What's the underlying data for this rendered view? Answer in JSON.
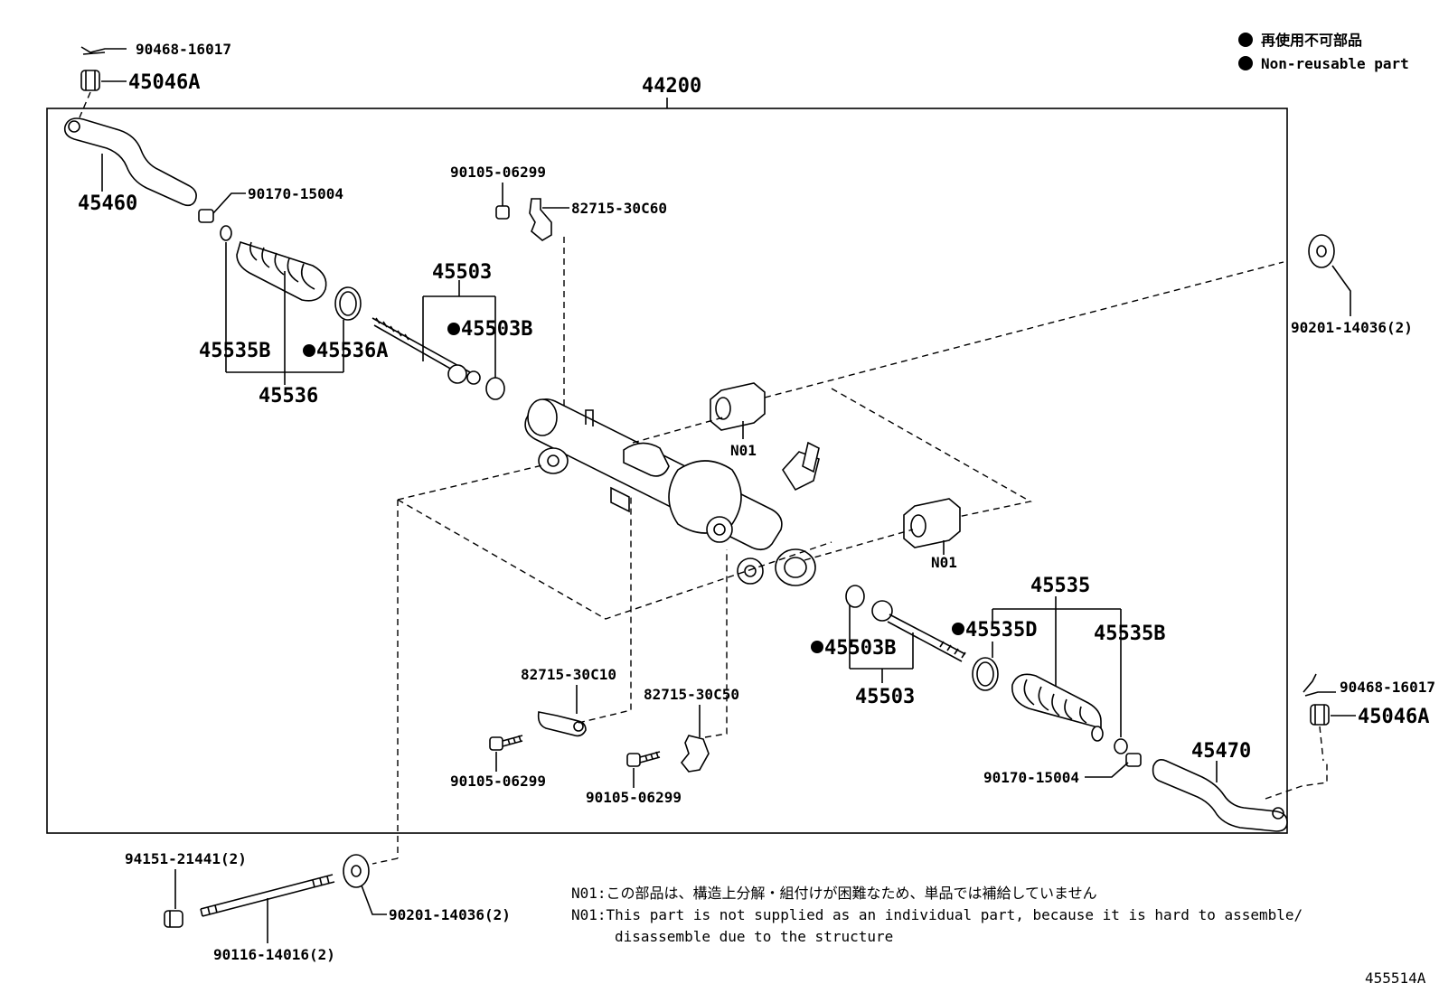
{
  "legend": {
    "jp": "再使用不可部品",
    "en": "Non-reusable part"
  },
  "parts": {
    "p_44200": "44200",
    "p_90468_top": "90468-16017",
    "p_45046A_top": "45046A",
    "p_45460": "45460",
    "p_90170_top": "90170-15004",
    "p_45535B_left": "45535B",
    "p_45536A": "45536A",
    "p_45536": "45536",
    "p_45503_left": "45503",
    "p_45503B_left": "45503B",
    "p_90105_top": "90105-06299",
    "p_82715_30C60": "82715-30C60",
    "p_90201_right": "90201-14036(2)",
    "p_N01_top": "N01",
    "p_N01_mid": "N01",
    "p_45535": "45535",
    "p_45535D": "45535D",
    "p_45535B_right": "45535B",
    "p_45503B_right": "45503B",
    "p_45503_right": "45503",
    "p_82715_30C10": "82715-30C10",
    "p_82715_30C50": "82715-30C50",
    "p_90105_left": "90105-06299",
    "p_90105_mid": "90105-06299",
    "p_90170_bottom": "90170-15004",
    "p_45470": "45470",
    "p_90468_right": "90468-16017",
    "p_45046A_right": "45046A",
    "p_94151": "94151-21441(2)",
    "p_90116": "90116-14016(2)",
    "p_90201_bottom": "90201-14036(2)"
  },
  "notes": {
    "line1": "N01:この部品は、構造上分解・組付けが困難なため、単品では補給していません",
    "line2": "N01:This part is not supplied as an individual part, because it is hard to assemble/",
    "line3": "disassemble due to the structure"
  },
  "figure_id": "455514A"
}
